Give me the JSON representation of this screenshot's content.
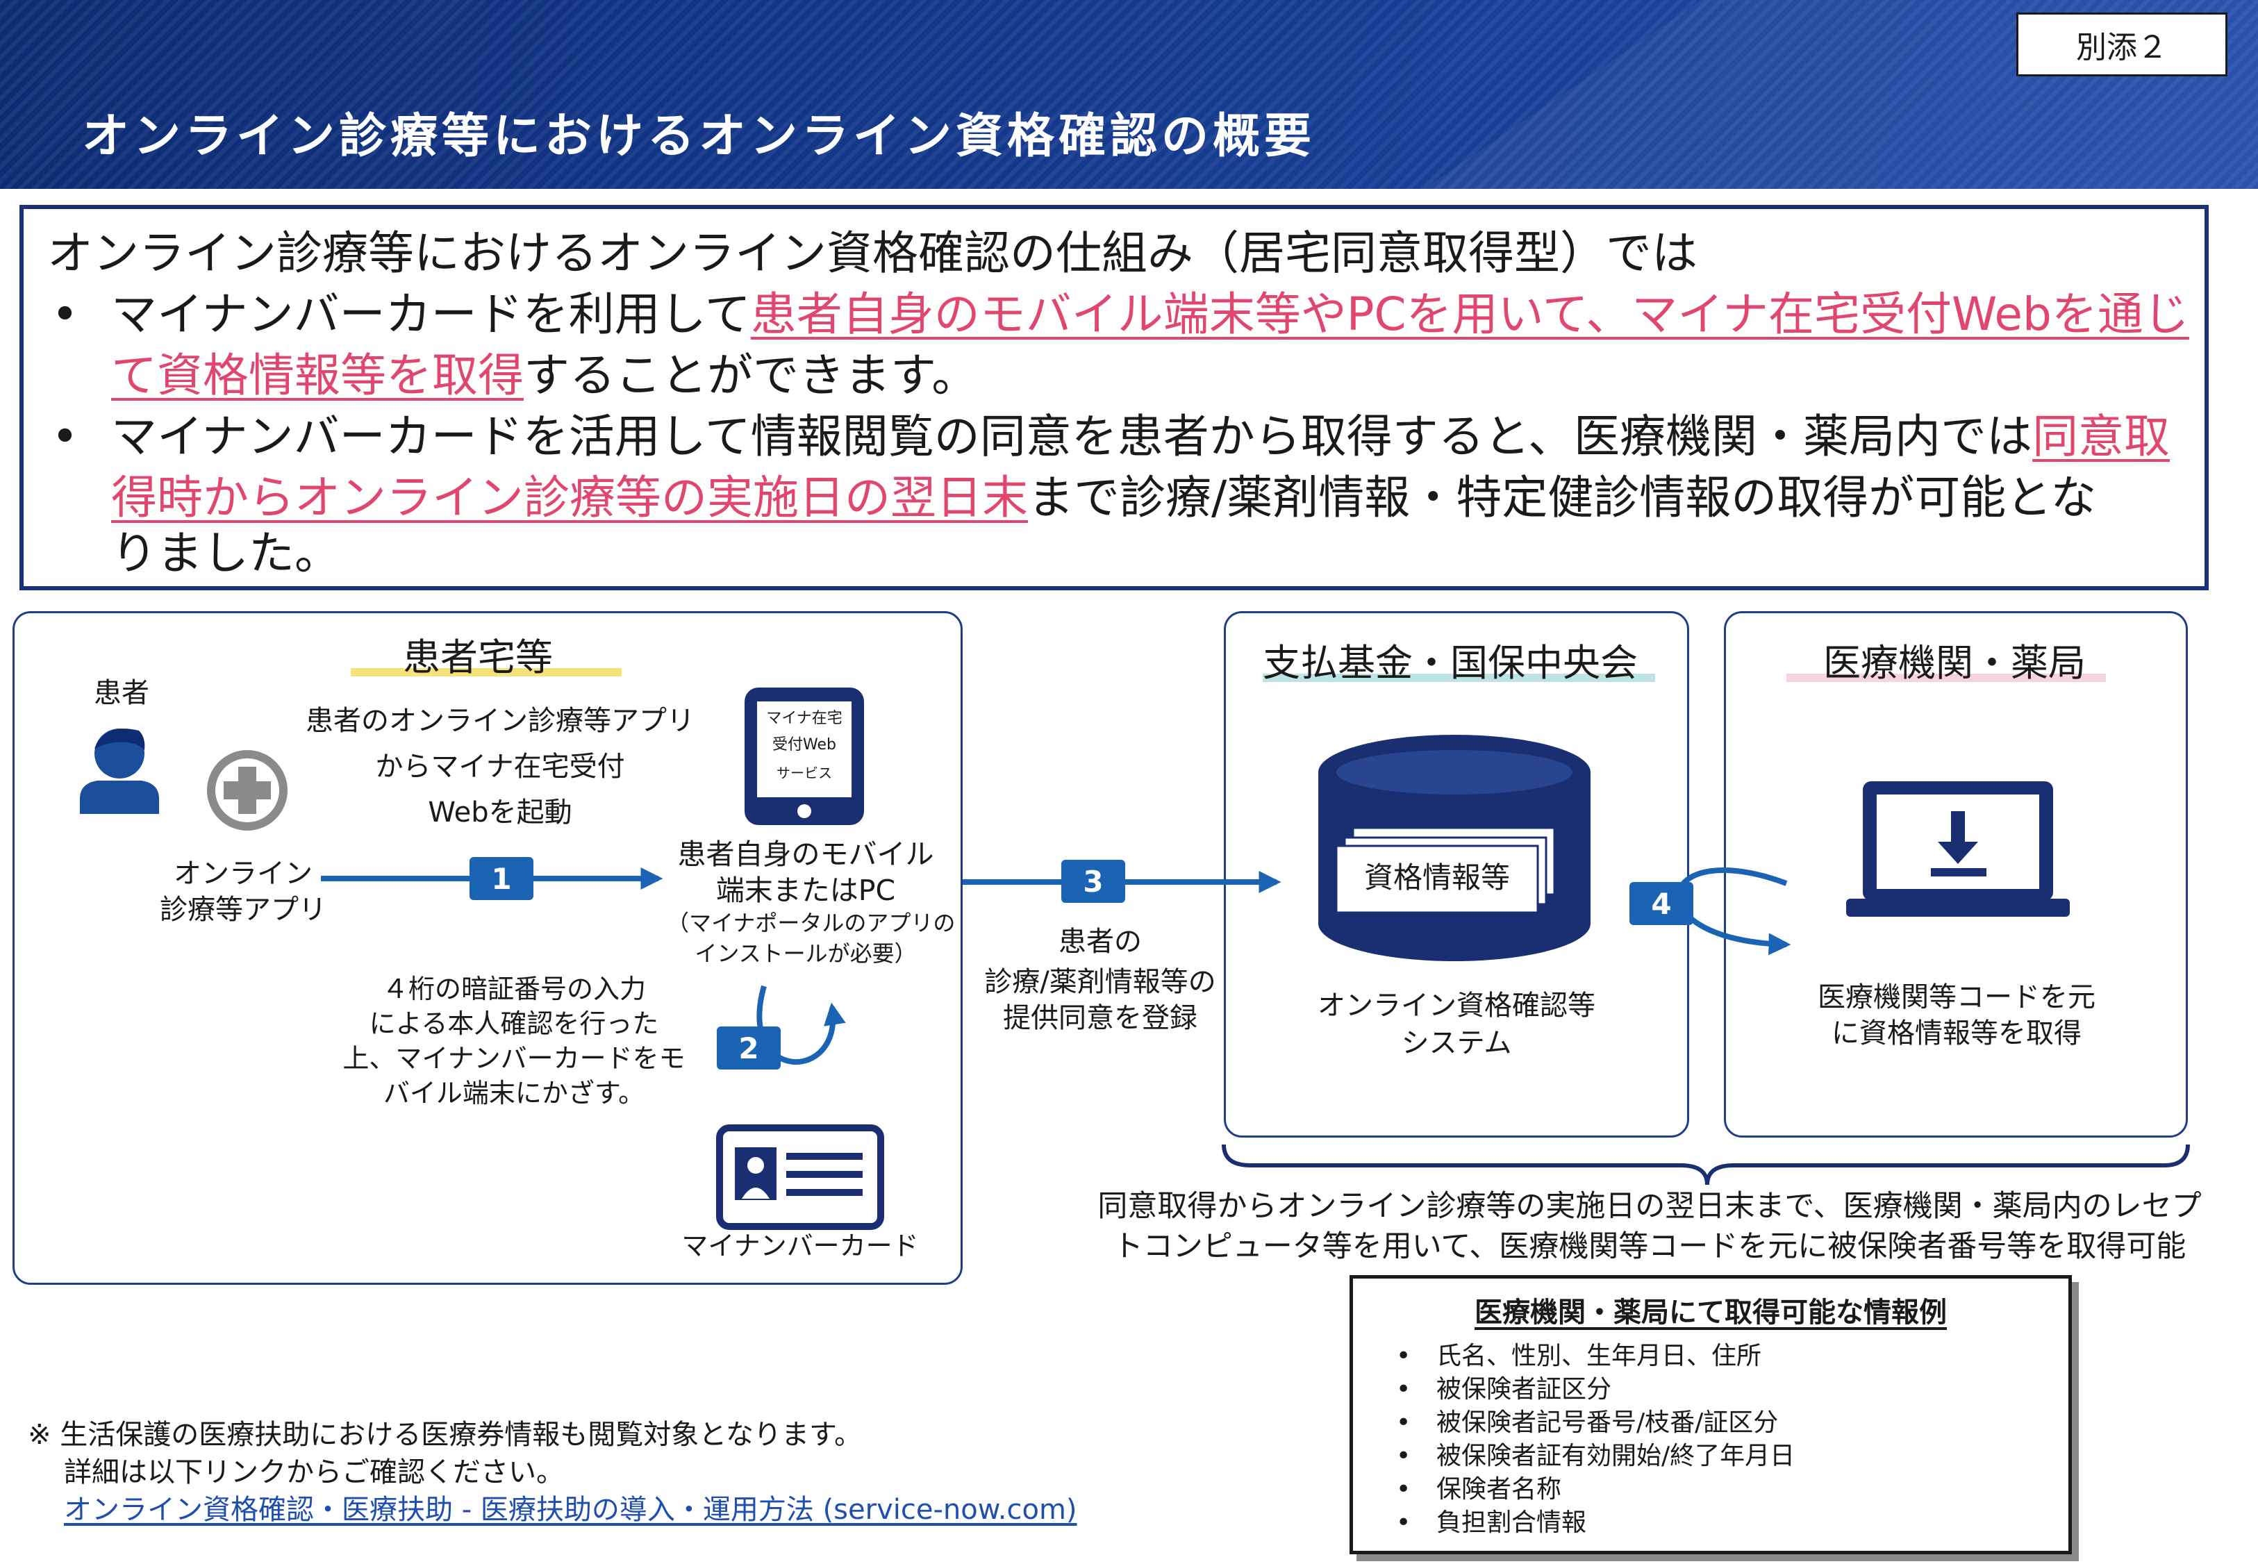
{
  "header": {
    "title": "オンライン診療等におけるオンライン資格確認の概要",
    "doc_tag": "別添２",
    "bg_color": "#163c91"
  },
  "summary": {
    "lead": "オンライン診療等におけるオンライン資格確認の仕組み（居宅同意取得型）では",
    "bullet_char": "•",
    "b1_l1_a": "マイナンバーカードを利用して",
    "b1_l1_hl": "患者自身のモバイル端末等やPCを用いて、マイナ在宅受付Webを通じ",
    "b1_l2_hl": "て資格情報等を取得",
    "b1_l2_b": "することができます。",
    "b2_l1_a": "マイナンバーカードを活用して情報閲覧の同意を患者から取得すると、医療機関・薬局内では",
    "b2_l1_hl": "同意取",
    "b2_l2_hl": "得時からオンライン診療等の実施日の翌日末",
    "b2_l2_b": "まで診療/薬剤情報・特定健診情報の取得が可能とな",
    "b2_l3": "りました。",
    "highlight_color": "#e0466e"
  },
  "patient_home": {
    "title": "患者宅等",
    "patient_label": "患者",
    "app_label_1": "オンライン",
    "app_label_2": "診療等アプリ",
    "launch_1": "患者のオンライン診療等アプリ",
    "launch_2": "からマイナ在宅受付",
    "launch_3": "Webを起動",
    "device_screen_1": "マイナ在宅",
    "device_screen_2": "受付Web",
    "device_screen_3": "サービス",
    "device_1": "患者自身のモバイル",
    "device_2": "端末またはPC",
    "device_3": "（マイナポータルのアプリの",
    "device_4": "インストールが必要）",
    "pin_1": "４桁の暗証番号の入力",
    "pin_2": "による本人確認を行った",
    "pin_3": "上、マイナンバーカードをモ",
    "pin_4": "バイル端末にかざす。",
    "card_label": "マイナンバーカード",
    "title_underline": "#f6e27a"
  },
  "steps": {
    "s1": "1",
    "s2": "2",
    "s3": "3",
    "s4": "4",
    "color": "#1b63b3"
  },
  "consent": {
    "l1": "患者の",
    "l2": "診療/薬剤情報等の",
    "l3": "提供同意を登録"
  },
  "fund": {
    "title": "支払基金・国保中央会",
    "db_label": "資格情報等",
    "system_1": "オンライン資格確認等",
    "system_2": "システム",
    "title_underline": "#bfe3e3"
  },
  "clinic": {
    "title": "医療機関・薬局",
    "desc_1": "医療機関等コードを元",
    "desc_2": "に資格情報等を取得",
    "title_underline": "#f7d3dc"
  },
  "brace_note": {
    "l1": "同意取得からオンライン診療等の実施日の翌日末まで、医療機関・薬局内のレセプ",
    "l2": "トコンピュータ等を用いて、医療機関等コードを元に被保険者番号等を取得可能"
  },
  "info_box": {
    "title": "医療機関・薬局にて取得可能な情報例",
    "items": [
      "氏名、性別、生年月日、住所",
      "被保険者証区分",
      "被保険者記号番号/枝番/証区分",
      "被保険者証有効開始/終了年月日",
      "保険者名称",
      "負担割合情報"
    ]
  },
  "footnote": {
    "l1": "※ 生活保護の医療扶助における医療券情報も閲覧対象となります。",
    "l2": "詳細は以下リンクからご確認ください。",
    "link": "オンライン資格確認・医療扶助 - 医療扶助の導入・運用方法 (service-now.com)"
  },
  "colors": {
    "navy": "#1b2f75",
    "accent_blue": "#1b63b3",
    "panel_border": "#1f3e86"
  }
}
